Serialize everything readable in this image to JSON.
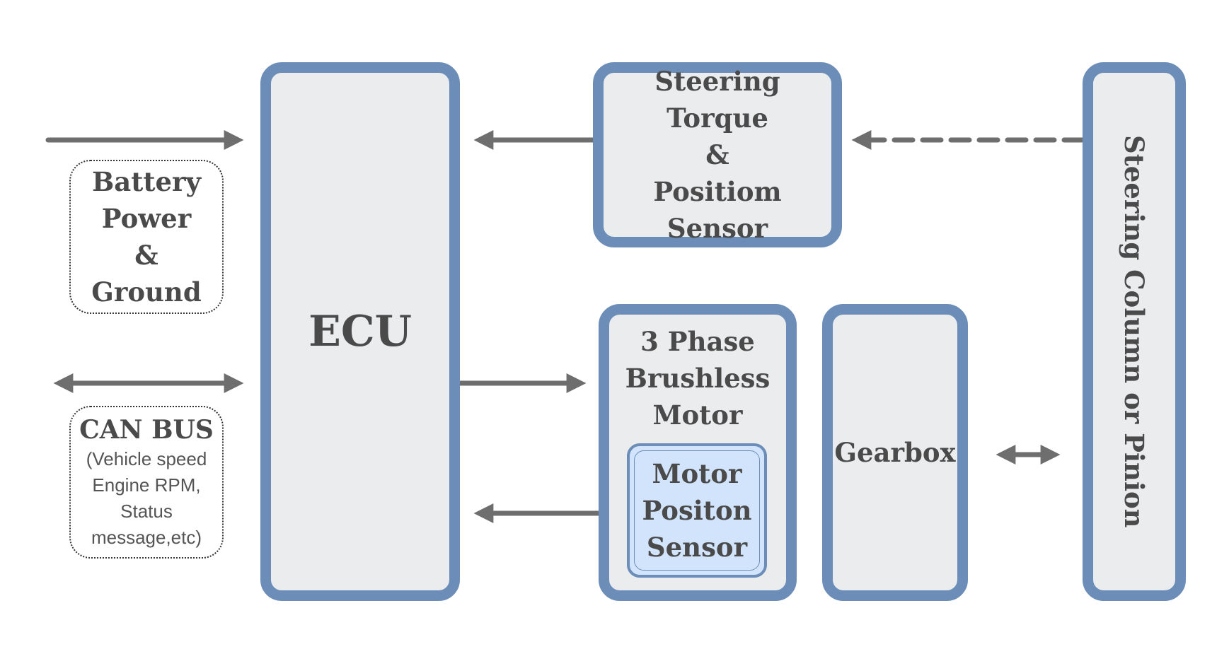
{
  "ecu": {
    "label": "ECU"
  },
  "battery": {
    "lines": [
      "Battery",
      "Power",
      "&",
      "Ground"
    ]
  },
  "can_bus": {
    "title": "CAN BUS",
    "details": [
      "(Vehicle speed",
      "Engine RPM,",
      "Status",
      "message,etc)"
    ]
  },
  "torque_sensor": {
    "lines": [
      "Steering Torque",
      "&",
      "Positiom Sensor"
    ]
  },
  "motor": {
    "lines": [
      "3 Phase",
      "Brushless",
      "Motor"
    ]
  },
  "motor_sensor": {
    "lines": [
      "Motor",
      "Positon",
      "Sensor"
    ]
  },
  "gearbox": {
    "label": "Gearbox"
  },
  "column": {
    "label": "Steering Column or Pinion"
  },
  "colors": {
    "block_border": "#6b8db8",
    "block_fill": "#ebecee",
    "arrow": "#6e6e6e",
    "sensor_fill": "#d2e4fb"
  }
}
